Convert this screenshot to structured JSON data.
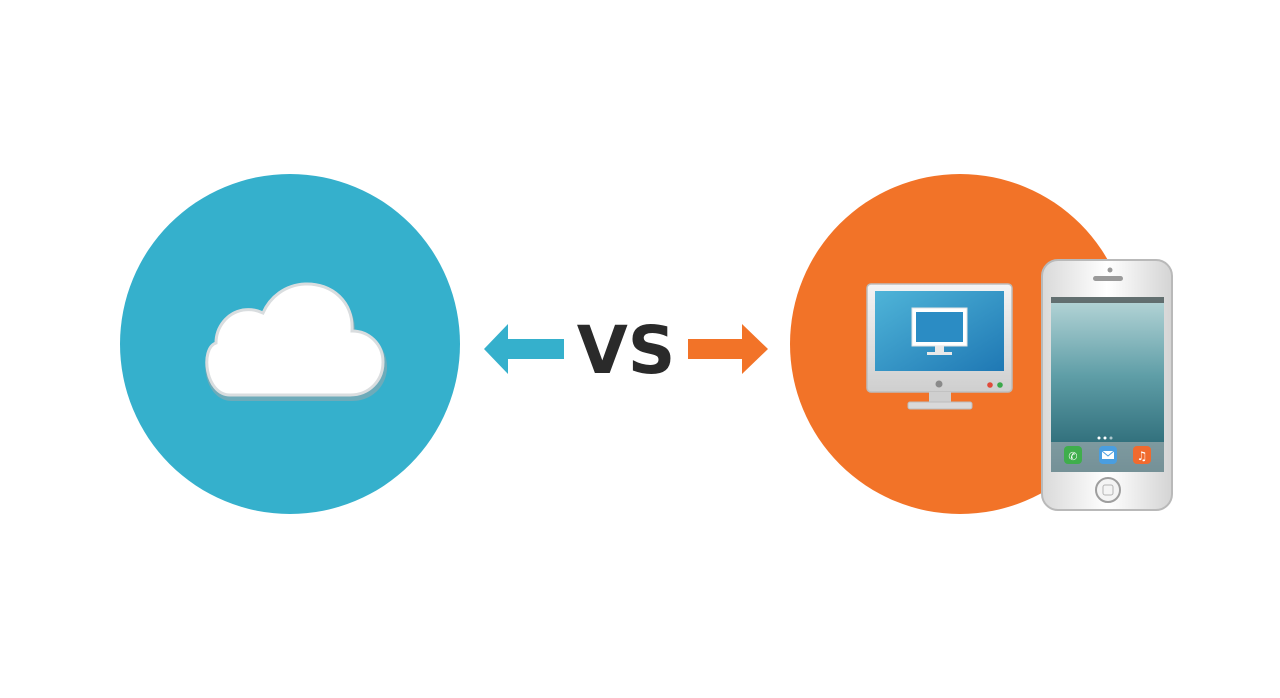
{
  "center": {
    "text": "VS"
  },
  "left": {
    "concept": "cloud-storage",
    "icon": "cloud-icon",
    "circle_color": "#35b0cc"
  },
  "right": {
    "concept": "local-devices",
    "icons": [
      "desktop-monitor-icon",
      "smartphone-icon"
    ],
    "circle_color": "#f27328"
  },
  "arrows": {
    "left_color": "#35b0cc",
    "right_color": "#f27328"
  },
  "text_color": "#2a2a2a"
}
